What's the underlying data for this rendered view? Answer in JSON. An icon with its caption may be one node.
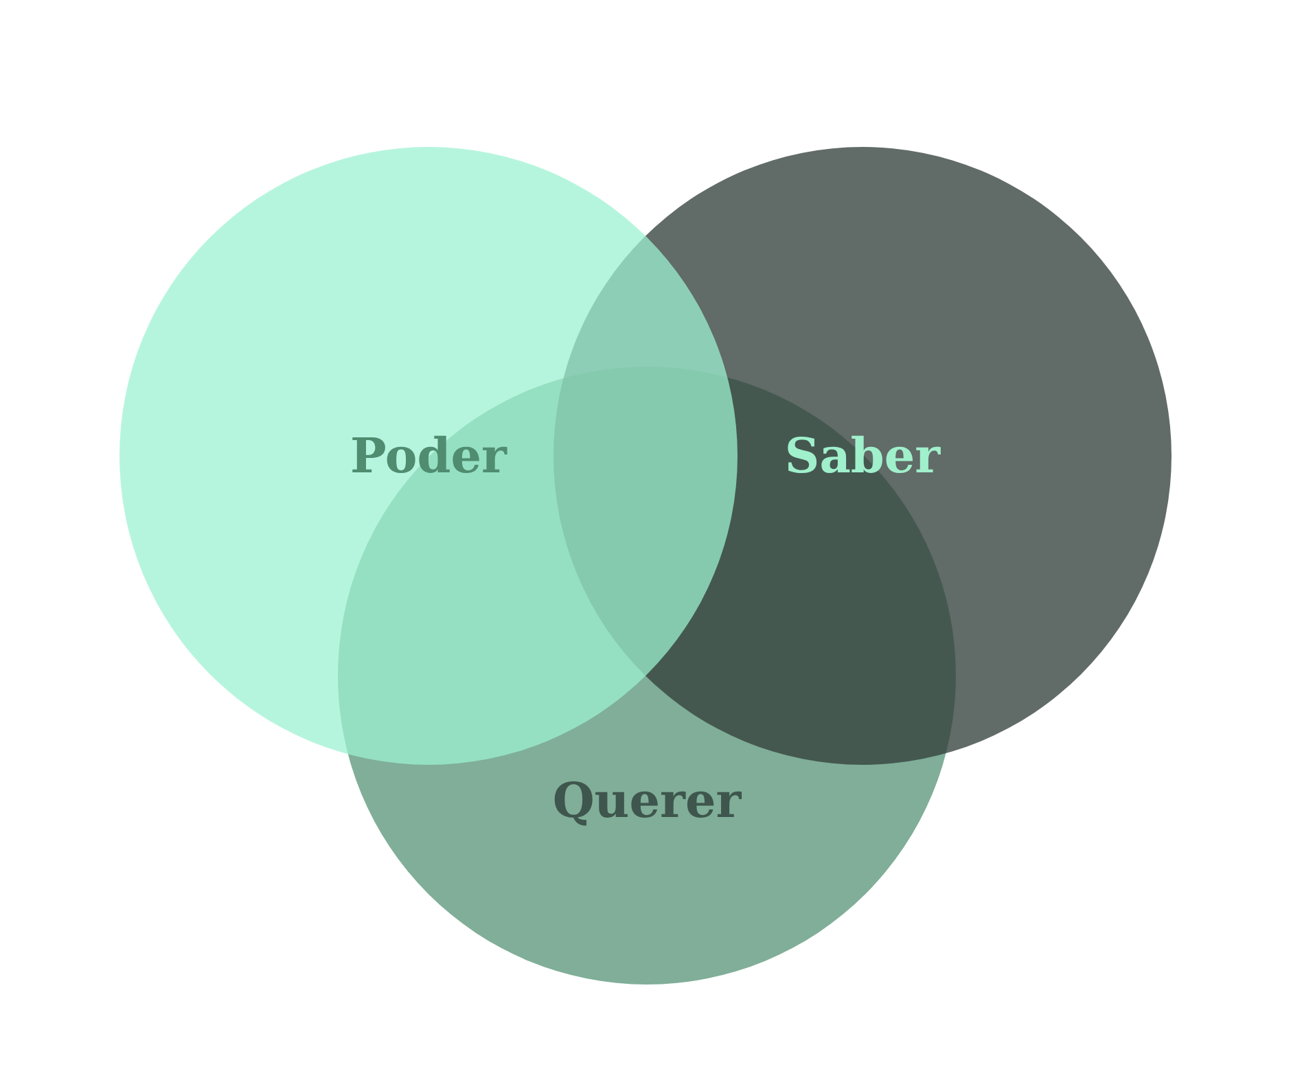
{
  "diagram": {
    "nodes": [
      {
        "text": [
          "Poder"
        ]
      },
      {
        "text": [
          "Saber"
        ]
      },
      {
        "text": [
          "Querer"
        ]
      }
    ]
  }
}
